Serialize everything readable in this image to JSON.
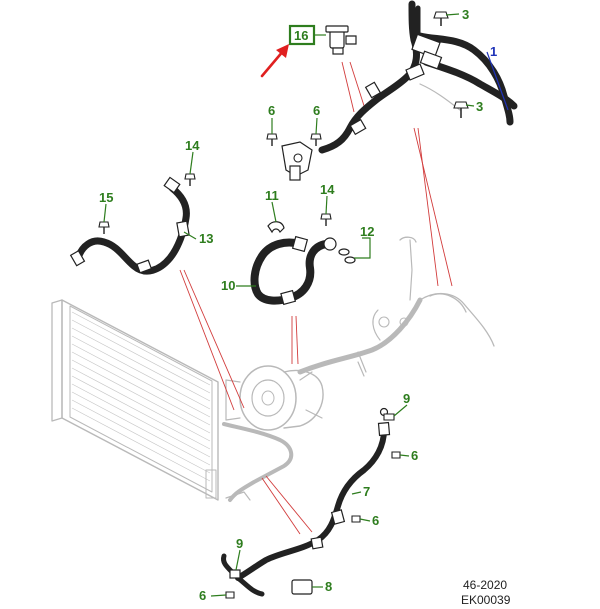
{
  "colors": {
    "callout_green": "#2e7d1e",
    "callout_blue": "#1f33b8",
    "highlight_arrow": "#e02020",
    "leader_red": "#d23c3c",
    "line_black": "#222222",
    "ghost_grey": "#b9b9b9"
  },
  "highlighted_callout": "16",
  "callouts": [
    {
      "id": "c1",
      "label": "1",
      "color": "blue"
    },
    {
      "id": "c3a",
      "label": "3",
      "color": "green"
    },
    {
      "id": "c3b",
      "label": "3",
      "color": "green"
    },
    {
      "id": "c6a",
      "label": "6",
      "color": "green"
    },
    {
      "id": "c6b",
      "label": "6",
      "color": "green"
    },
    {
      "id": "c14a",
      "label": "14",
      "color": "green"
    },
    {
      "id": "c15",
      "label": "15",
      "color": "green"
    },
    {
      "id": "c13",
      "label": "13",
      "color": "green"
    },
    {
      "id": "c11",
      "label": "11",
      "color": "green"
    },
    {
      "id": "c14b",
      "label": "14",
      "color": "green"
    },
    {
      "id": "c12",
      "label": "12",
      "color": "green"
    },
    {
      "id": "c10",
      "label": "10",
      "color": "green"
    },
    {
      "id": "c9a",
      "label": "9",
      "color": "green"
    },
    {
      "id": "c6c",
      "label": "6",
      "color": "green"
    },
    {
      "id": "c7",
      "label": "7",
      "color": "green"
    },
    {
      "id": "c6d",
      "label": "6",
      "color": "green"
    },
    {
      "id": "c9b",
      "label": "9",
      "color": "green"
    },
    {
      "id": "c8",
      "label": "8",
      "color": "green"
    },
    {
      "id": "c6e",
      "label": "6",
      "color": "green"
    },
    {
      "id": "c16",
      "label": "16",
      "color": "green"
    }
  ],
  "reference": {
    "line1": "46-2020",
    "line2": "EK00039"
  }
}
